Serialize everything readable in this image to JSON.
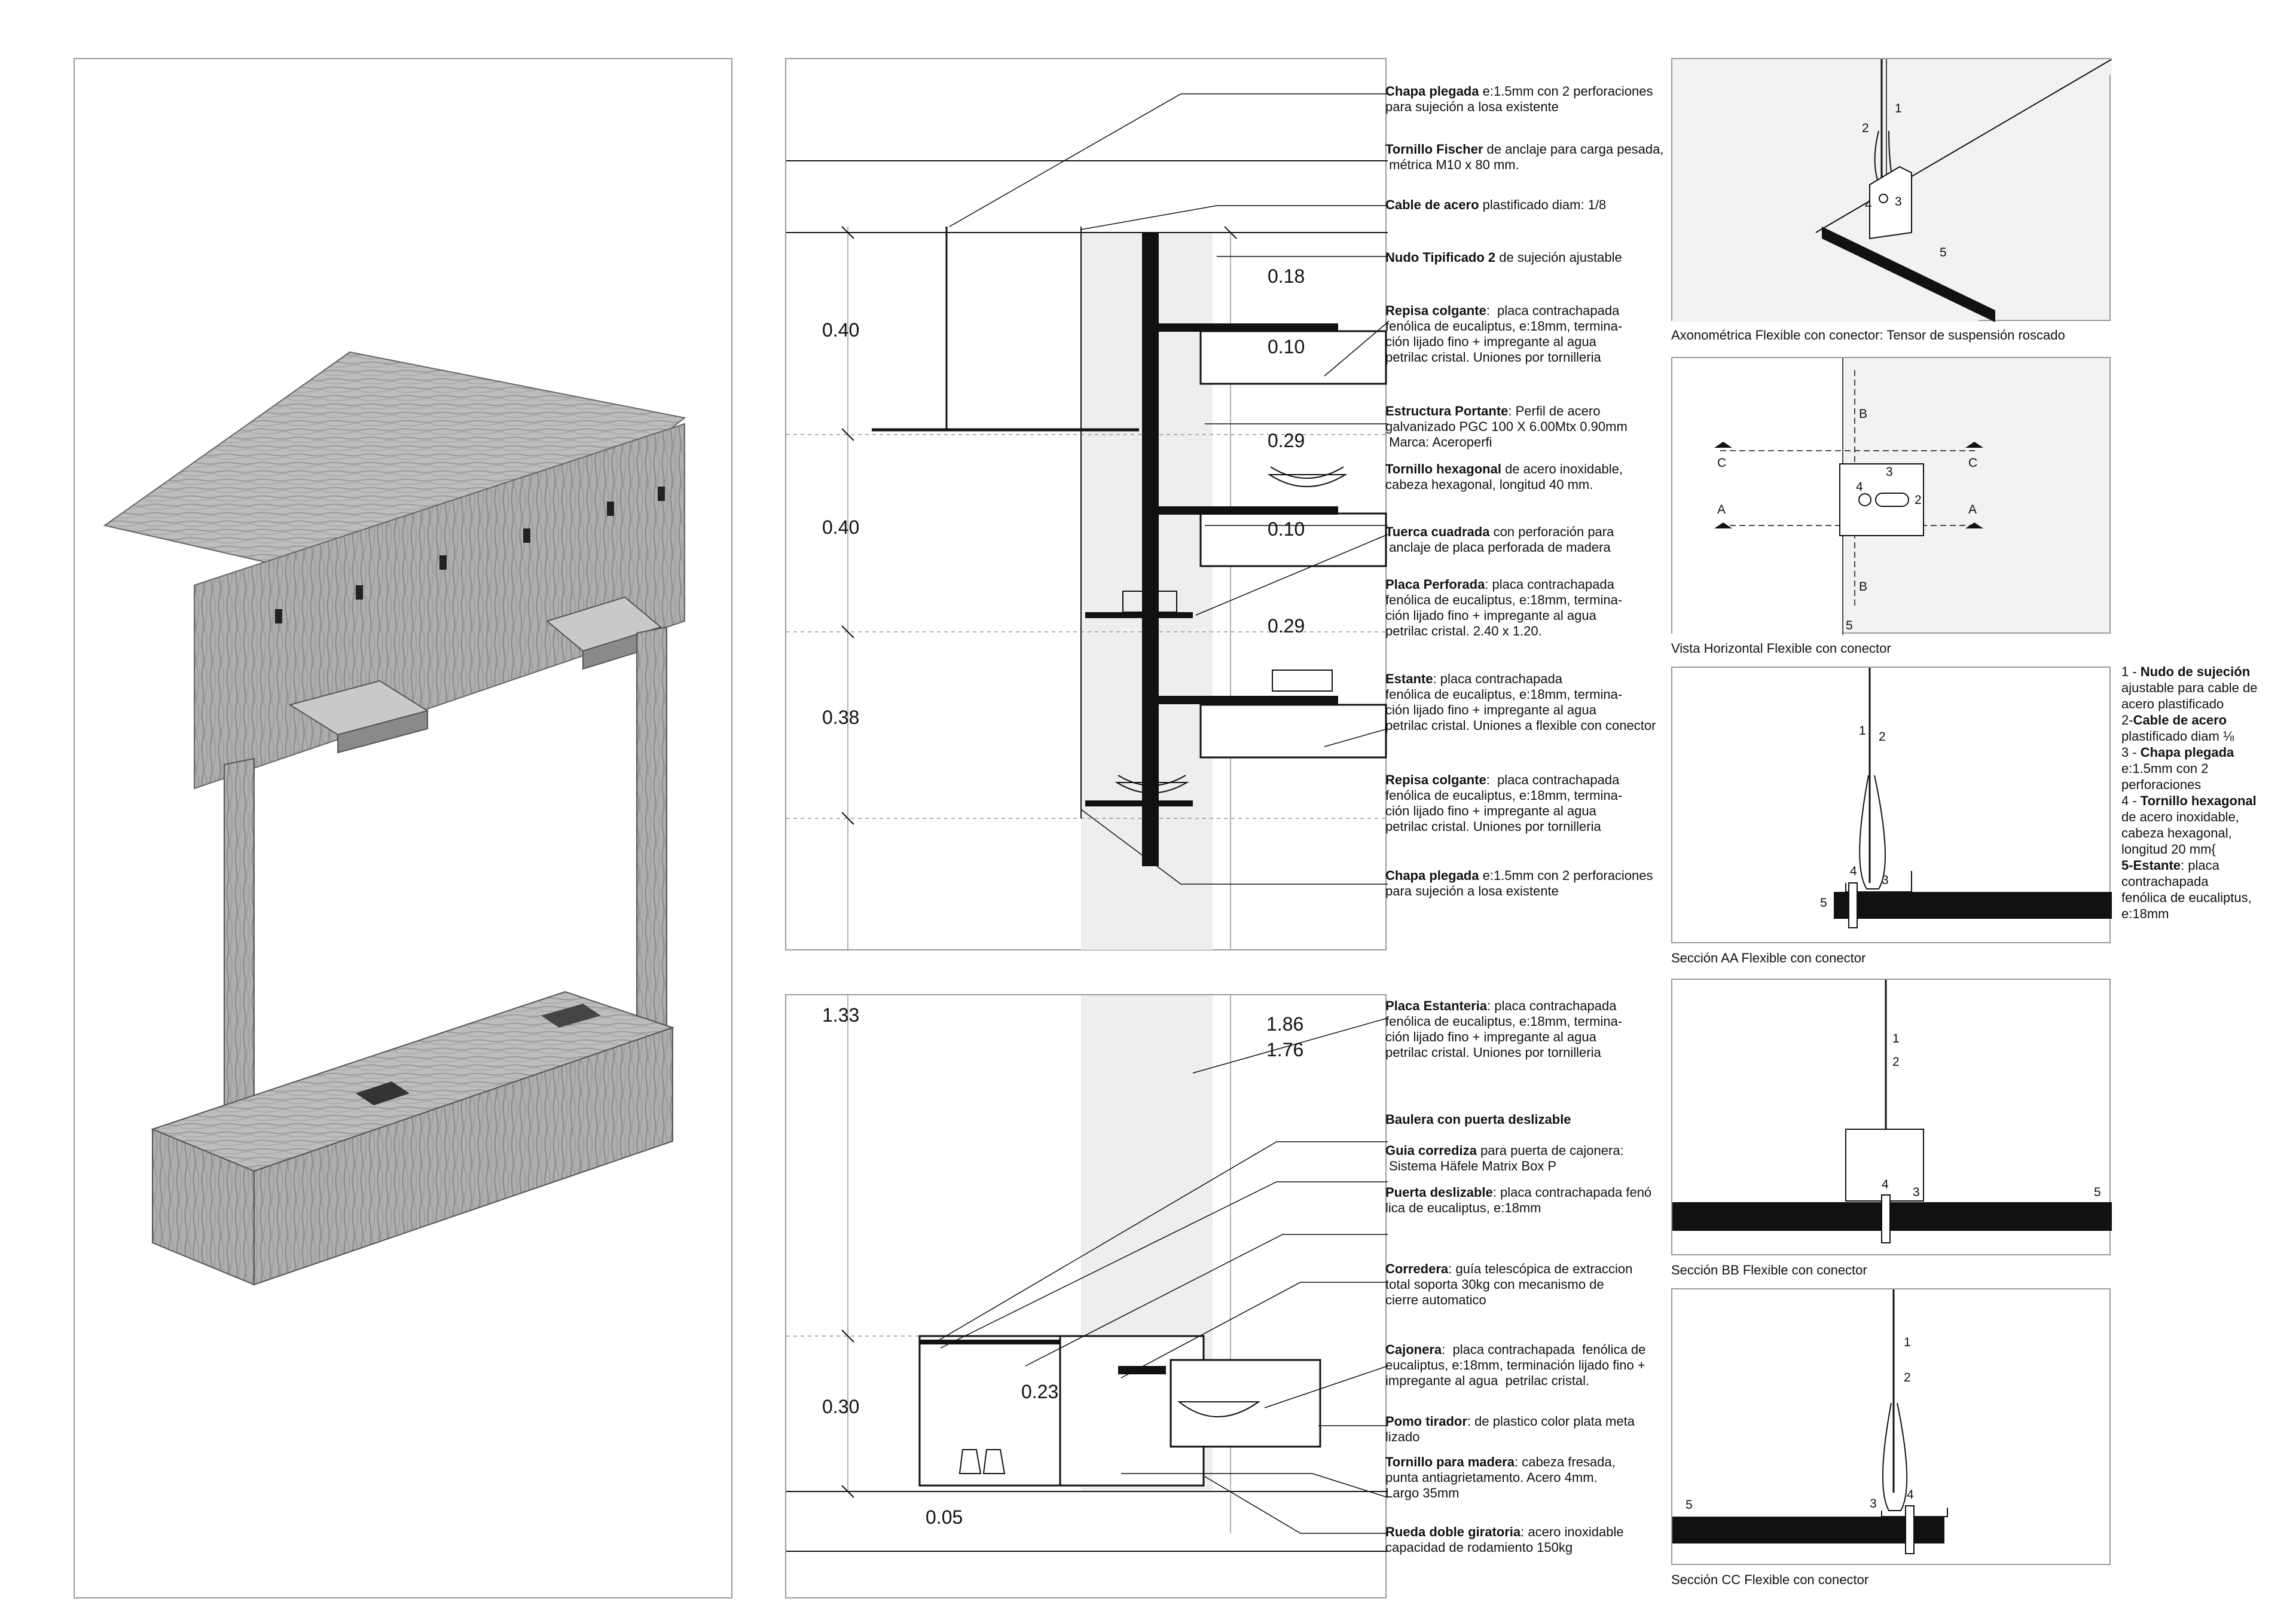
{
  "notes_upper": [
    {
      "bold": "Chapa plegada",
      "rest": " e:1.5mm con 2 perforaciones\npara sujeción a losa existente"
    },
    {
      "bold": "Tornillo Fischer",
      "rest": " de anclaje para carga pesada,\n métrica M10 x 80 mm."
    },
    {
      "bold": "Cable de acero",
      "rest": " plastificado diam: 1/8"
    },
    {
      "bold": "Nudo Tipificado 2",
      "rest": " de sujeción ajustable"
    },
    {
      "bold": "Repisa colgante",
      "rest": ":  placa contrachapada\nfenólica de eucaliptus, e:18mm, termina-\nción lijado fino + impregante al agua\npetrilac cristal. Uniones por tornilleria"
    },
    {
      "bold": "Estructura Portante",
      "rest": ": Perfil de acero\ngalvanizado PGC 100 X 6.00Mtx 0.90mm\n Marca: Aceroperfi"
    },
    {
      "bold": "Tornillo hexagonal",
      "rest": " de acero inoxidable,\ncabeza hexagonal, longitud 40 mm."
    },
    {
      "bold": "Tuerca cuadrada",
      "rest": " con perforación para\n anclaje de placa perforada de madera"
    },
    {
      "bold": "Placa Perforada",
      "rest": ": placa contrachapada\nfenólica de eucaliptus, e:18mm, termina-\nción lijado fino + impregante al agua\npetrilac cristal. 2.40 x 1.20."
    },
    {
      "bold": "Estante",
      "rest": ": placa contrachapada\nfenólica de eucaliptus, e:18mm, termina-\nción lijado fino + impregante al agua\npetrilac cristal. Uniones a flexible con conector"
    },
    {
      "bold": "Repisa colgante",
      "rest": ":  placa contrachapada\nfenólica de eucaliptus, e:18mm, termina-\nción lijado fino + impregante al agua\npetrilac cristal. Uniones por tornilleria"
    },
    {
      "bold": "Chapa plegada",
      "rest": " e:1.5mm con 2 perforaciones\npara sujeción a losa existente"
    }
  ],
  "notes_lower": [
    {
      "bold": "Placa Estanteria",
      "rest": ": placa contrachapada\nfenólica de eucaliptus, e:18mm, termina-\nción lijado fino + impregante al agua\npetrilac cristal. Uniones por tornilleria"
    },
    {
      "bold": "Baulera con puerta deslizable",
      "rest": ""
    },
    {
      "bold": "Guia corrediza",
      "rest": " para puerta de cajonera:\n Sistema Häfele Matrix Box P"
    },
    {
      "bold": "Puerta deslizable",
      "rest": ": placa contrachapada fenó\nlica de eucaliptus, e:18mm"
    },
    {
      "bold": "Corredera",
      "rest": ": guía telescópica de extraccion\ntotal soporta 30kg con mecanismo de\ncierre automatico"
    },
    {
      "bold": "Cajonera",
      "rest": ":  placa contrachapada  fenólica de\neucaliptus, e:18mm, terminación lijado fino +\nimpregante al agua  petrilac cristal."
    },
    {
      "bold": "Pomo tirador",
      "rest": ": de plastico color plata meta\nlizado"
    },
    {
      "bold": "Tornillo para madera",
      "rest": ": cabeza fresada,\npunta antiagrietamento. Acero 4mm.\nLargo 35mm"
    },
    {
      "bold": "Rueda doble giratoria",
      "rest": ": acero inoxidable\ncapacidad de rodamiento 150kg"
    }
  ],
  "dims_upper": [
    "0.40",
    "0.40",
    "0.38",
    "0.18",
    "0.10",
    "0.29",
    "0.10",
    "0.29"
  ],
  "dims_lower": [
    "1.33",
    "1.86",
    "1.76",
    "0.30",
    "0.23",
    "0.05"
  ],
  "captions": {
    "axo": "Axonométrica Flexible con conector: Tensor de suspensión roscado",
    "horiz": "Vista Horizontal Flexible con conector",
    "aa": "Sección AA Flexible con conector",
    "bb": "Sección BB Flexible con conector",
    "cc": "Sección CC Flexible con conector"
  },
  "marks": {
    "n1": "1",
    "n2": "2",
    "n3": "3",
    "n4": "4",
    "n5": "5",
    "A": "A",
    "B": "B",
    "C": "C"
  },
  "legend": [
    {
      "pre": "1 - ",
      "bold": "Nudo de sujeción",
      "post": "\najustable para cable de\nacero plastificado"
    },
    {
      "pre": "2-",
      "bold": "Cable de acero",
      "post": "\nplastificado diam ⅛"
    },
    {
      "pre": "3 - ",
      "bold": "Chapa plegada",
      "post": "\ne:1.5mm con 2\nperforaciones"
    },
    {
      "pre": "4 - ",
      "bold": "Tornillo hexagonal",
      "post": "\nde acero inoxidable,\ncabeza hexagonal,\nlongitud 20 mm{"
    },
    {
      "pre": "",
      "bold": "5-Estante",
      "post": ": placa\ncontrachapada\nfenólica de eucaliptus,\ne:18mm"
    }
  ],
  "colors": {
    "ink": "#111111",
    "frame": "#9a9a9a",
    "tint": "#eeeeee",
    "wood": "#b8b8b8",
    "wood_dark": "#8d8d8d"
  }
}
